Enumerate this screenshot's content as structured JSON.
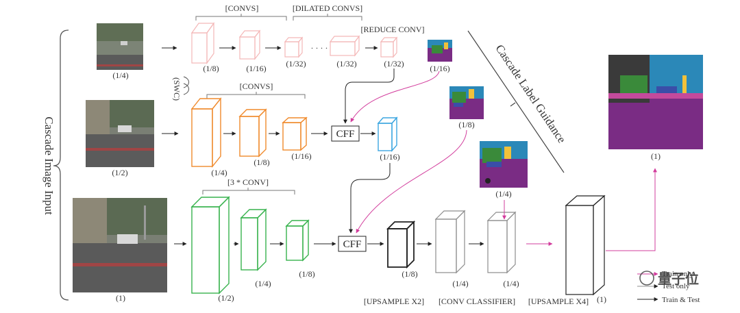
{
  "colors": {
    "pink_light": "#f4b7b7",
    "orange": "#f08a2c",
    "green": "#37b24d",
    "cyan": "#3ba6e0",
    "black": "#222222",
    "gray": "#8c8c8c",
    "magenta": "#d23c9c",
    "seg_purple": "#7a2c84",
    "seg_blue": "#3a4ea8"
  },
  "side_label": "Cascade Image Input",
  "guidance_label": "Cascade Label Guidance",
  "swc_label": "(SWC)",
  "top_branch": {
    "input_scale": "(1/4)",
    "convs_label": "[CONVS]",
    "dilated_label": "[DILATED CONVS]",
    "reduce_label": "[REDUCE CONV]",
    "scales": [
      "(1/8)",
      "(1/16)",
      "(1/32)",
      "(1/32)",
      "(1/32)"
    ],
    "ellipsis": "· · · ·",
    "label_map_scale": "(1/16)"
  },
  "mid_branch": {
    "input_scale": "(1/2)",
    "convs_label": "[CONVS]",
    "scales": [
      "(1/4)",
      "(1/8)",
      "(1/16)"
    ],
    "cff_label": "CFF",
    "out_scale": "(1/16)",
    "label_map_scale": "(1/8)"
  },
  "bot_branch": {
    "input_scale": "(1)",
    "convs_label": "[3 * CONV]",
    "scales": [
      "(1/2)",
      "(1/4)",
      "(1/8)"
    ],
    "cff_label": "CFF",
    "post_scales": [
      "(1/8)",
      "(1/4)",
      "(1/4)",
      "(1)"
    ],
    "label_map_scale": "(1/4)",
    "bottom_labels": [
      "[UPSAMPLE X2]",
      "[CONV CLASSIFIER]",
      "[UPSAMPLE X4]"
    ]
  },
  "output": {
    "scale": "(1)"
  },
  "legend": {
    "line1": "Train only",
    "line2": "Test only",
    "line3": "Train & Test"
  },
  "watermark": "量子位"
}
